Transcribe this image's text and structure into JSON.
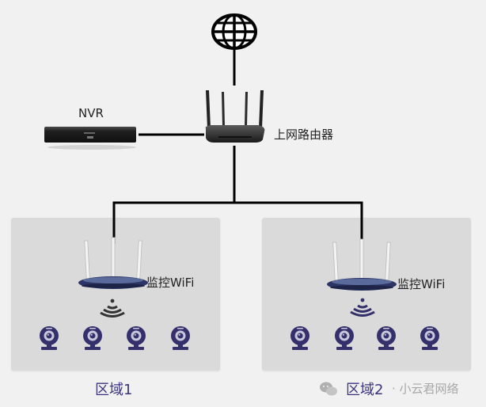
{
  "diagram": {
    "nodes": {
      "internet": {
        "icon": "globe-icon"
      },
      "router": {
        "label": "上网路由器",
        "icon": "router-icon"
      },
      "nvr": {
        "label": "NVR",
        "icon": "nvr-icon"
      },
      "ap1": {
        "label": "监控WiFi",
        "icon": "wifi-router-icon"
      },
      "ap2": {
        "label": "监控WiFi",
        "icon": "wifi-router-icon"
      }
    },
    "zones": [
      {
        "label": "区域1",
        "cameras": 4
      },
      {
        "label": "区域2",
        "cameras": 4
      }
    ],
    "colors": {
      "background": "#f1f1f1",
      "zone": "#dadada",
      "camera": "#34306b",
      "zone_label": "#3a3580",
      "line": "#000000"
    }
  },
  "watermark": {
    "icon": "wechat-icon",
    "text": "· 小云君网络"
  }
}
